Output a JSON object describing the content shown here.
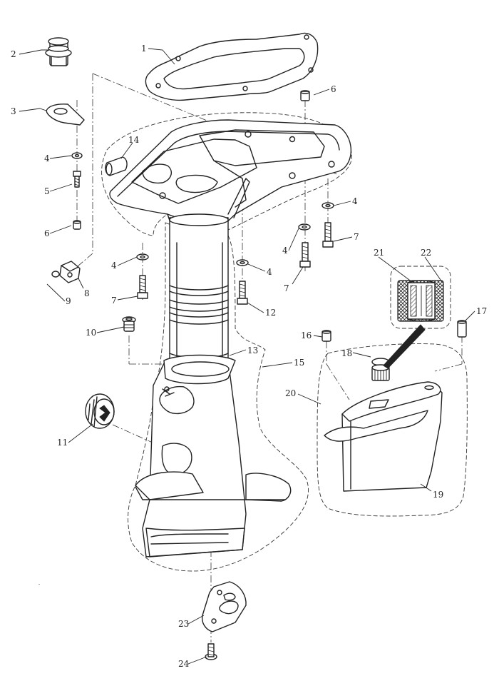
{
  "diagram": {
    "labels": {
      "p1": "1",
      "p2": "2",
      "p3": "3",
      "p4a": "4",
      "p4b": "4",
      "p4c": "4",
      "p4d": "4",
      "p4e": "4",
      "p5": "5",
      "p6a": "6",
      "p6b": "6",
      "p7a": "7",
      "p7b": "7",
      "p7c": "7",
      "p8": "8",
      "p9": "9",
      "p10": "10",
      "p11": "11",
      "p12": "12",
      "p13": "13",
      "p14": "14",
      "p15": "15",
      "p16": "16",
      "p17": "17",
      "p18": "18",
      "p19": "19",
      "p20": "20",
      "p21": "21",
      "p22": "22",
      "p23": "23",
      "p24": "24"
    }
  }
}
